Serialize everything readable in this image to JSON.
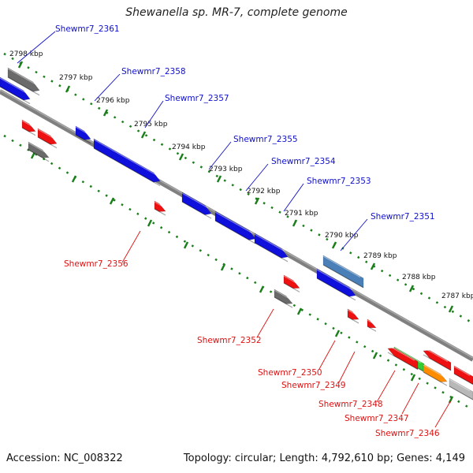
{
  "title": "Shewanella sp. MR-7, complete genome",
  "footer": {
    "accession": "Accession: NC_008322",
    "summary": "Topology: circular; Length: 4,792,610 bp; Genes: 4,149"
  },
  "colors": {
    "forward": "#1010dd",
    "reverse": "#ee1111",
    "grey": "#6a6a6a",
    "steelblue": "#4a7fb8",
    "green": "#33cc33",
    "orange": "#ff8c00",
    "lightgrey": "#b8b8b8",
    "axis": "#808080",
    "ticks": "#1a7f1a"
  },
  "kbp_labels": [
    "2798 kbp",
    "2797 kbp",
    "2796 kbp",
    "2795 kbp",
    "2794 kbp",
    "2793 kbp",
    "2792 kbp",
    "2791 kbp",
    "2790 kbp",
    "2789 kbp",
    "2788 kbp",
    "2787 kbp"
  ],
  "gene_labels_top": [
    "Shewmr7_2361",
    "Shewmr7_2358",
    "Shewmr7_2357",
    "Shewmr7_2355",
    "Shewmr7_2354",
    "Shewmr7_2353",
    "Shewmr7_2351"
  ],
  "gene_labels_bottom": [
    "Shewmr7_2356",
    "Shewmr7_2352",
    "Shewmr7_2350",
    "Shewmr7_2349",
    "Shewmr7_2348",
    "Shewmr7_2347",
    "Shewmr7_2346"
  ]
}
